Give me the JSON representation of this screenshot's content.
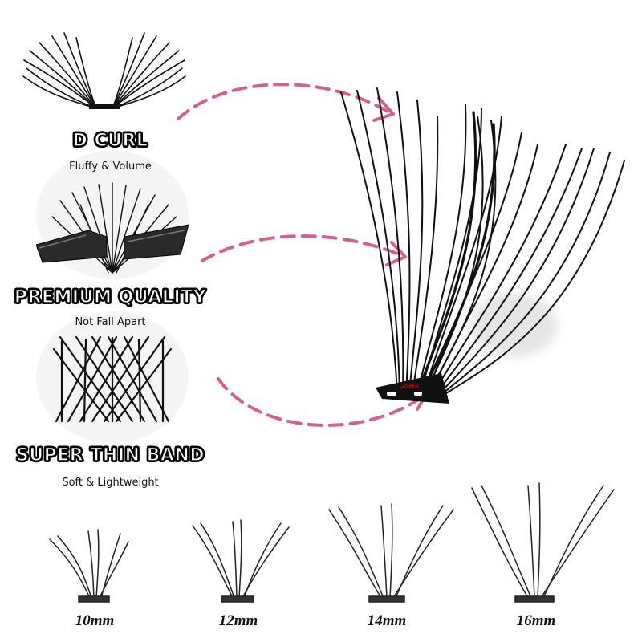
{
  "features": [
    {
      "title": "D CURL",
      "subtitle": "Fluffy & Volume",
      "icon": "d-curl-lash-icon"
    },
    {
      "title": "PREMIUM QUALITY",
      "subtitle": "Not Fall Apart",
      "icon": "tweezer-lash-icon"
    },
    {
      "title": "SUPER THIN BAND",
      "subtitle": "Soft & Lightweight",
      "icon": "thin-band-icon"
    }
  ],
  "sizes": [
    {
      "label": "10mm"
    },
    {
      "label": "12mm"
    },
    {
      "label": "14mm"
    },
    {
      "label": "16mm"
    }
  ],
  "colors": {
    "arrow": "#d4608f",
    "lash": "#111111",
    "band_text": "#e02020",
    "title_fill": "#ffffff",
    "title_stroke": "#000000"
  }
}
